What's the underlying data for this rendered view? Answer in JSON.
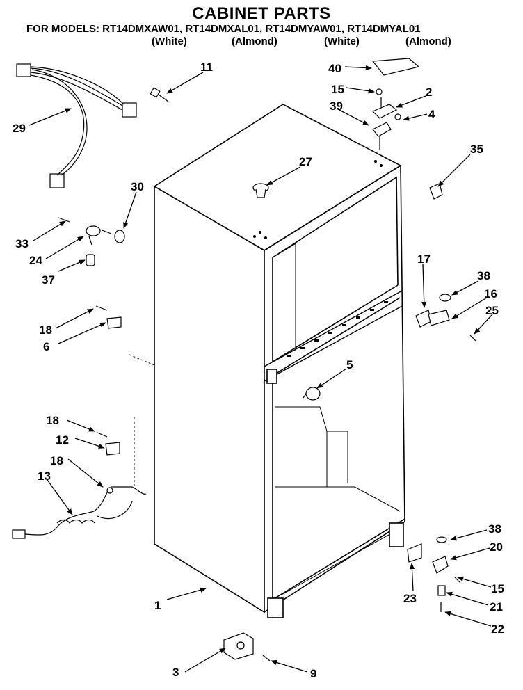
{
  "header": {
    "title": "CABINET PARTS",
    "models_line": "FOR MODELS: RT14DMXAW01, RT14DMXAL01, RT14DMYAW01, RT14DMYAL01",
    "variants": [
      "(White)",
      "(Almond)",
      "(White)",
      "(Almond)"
    ]
  },
  "callouts": [
    "11",
    "29",
    "40",
    "15",
    "2",
    "39",
    "4",
    "35",
    "27",
    "30",
    "33",
    "24",
    "37",
    "17",
    "38",
    "16",
    "25",
    "18",
    "6",
    "5",
    "18",
    "12",
    "18",
    "13",
    "38",
    "20",
    "15",
    "1",
    "23",
    "21",
    "22",
    "3",
    "9"
  ]
}
